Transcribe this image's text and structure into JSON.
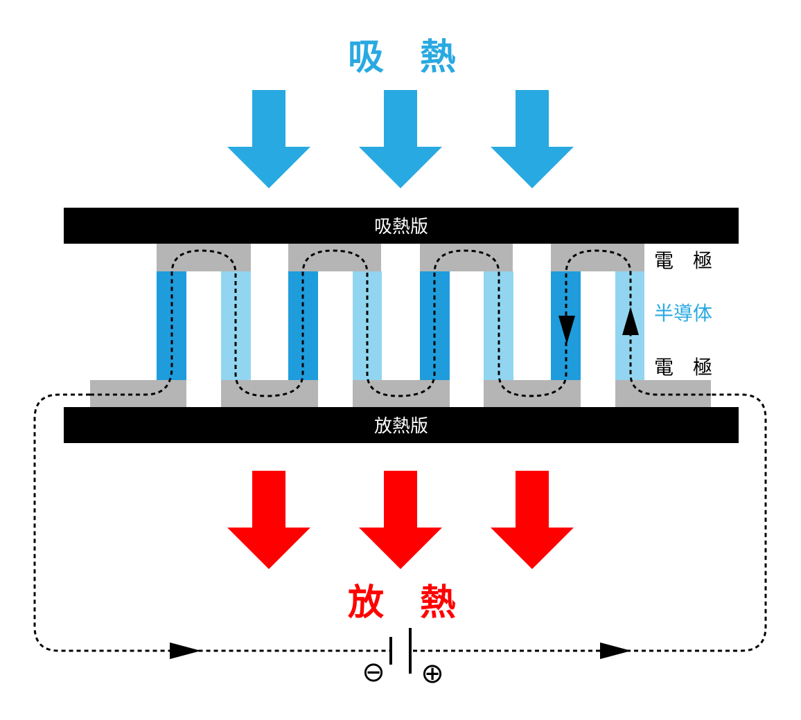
{
  "title_top": "吸　熱",
  "title_bottom": "放　熱",
  "plates": {
    "top": "吸熱版",
    "bottom": "放熱版"
  },
  "side_labels": {
    "electrode_top": "電　極",
    "semiconductor": "半導体",
    "electrode_bottom": "電　極"
  },
  "battery": {
    "minus": "⊖",
    "plus": "⊕"
  },
  "colors": {
    "absorb_blue": "#29a9e1",
    "release_red": "#ff0000",
    "plate_black": "#000000",
    "electrode_gray": "#b5b5b5",
    "semiconductor_dark": "#1f9cdb",
    "semiconductor_light": "#92d5f0",
    "semiconductor_label": "#29a9e1"
  }
}
